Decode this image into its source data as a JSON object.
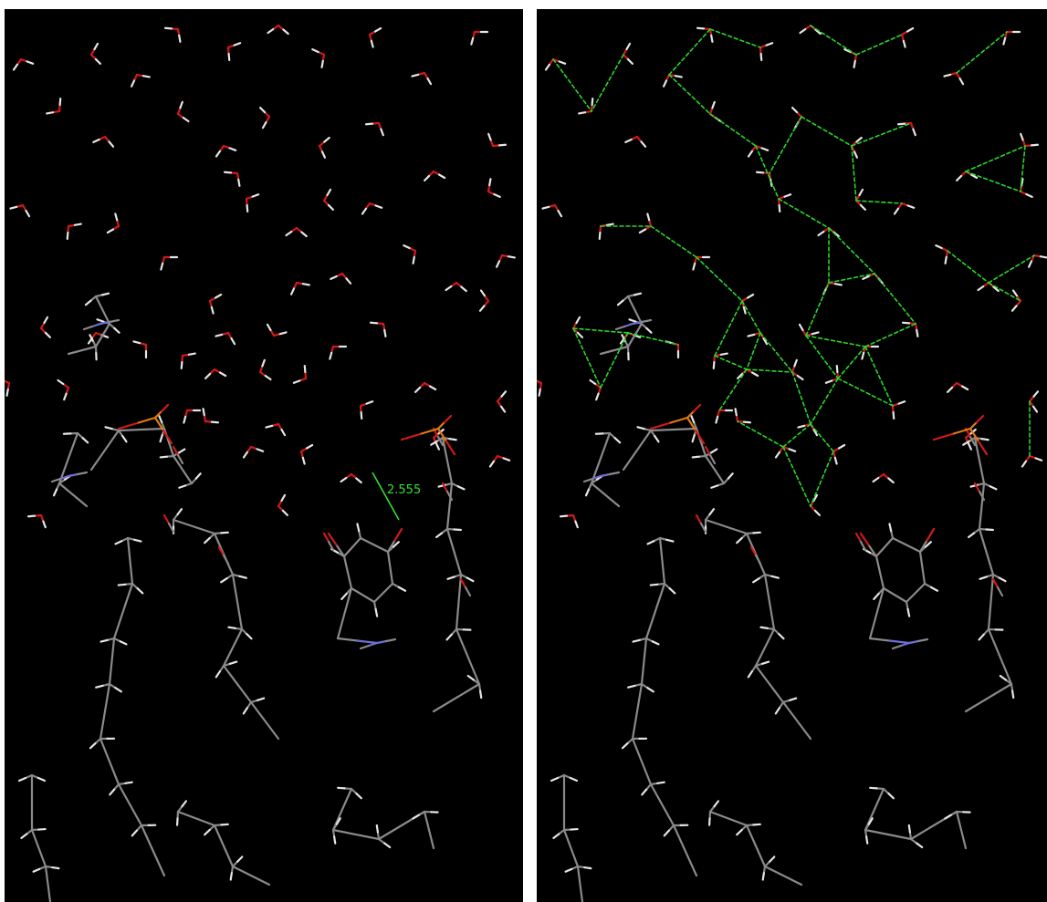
{
  "colors": {
    "background": "#000000",
    "frame": "#ffffff",
    "carbon": "#8a8a8a",
    "hydrogen": "#e6e6e6",
    "oxygen": "#d11a1a",
    "nitrogen": "#6f6fd6",
    "phosphorus": "#e07b12",
    "hbond": "#2bd62b",
    "measurement": "#33e033"
  },
  "panels": [
    {
      "id": "left",
      "hbonds_visible": false,
      "measurement_visible": true
    },
    {
      "id": "right",
      "hbonds_visible": true,
      "measurement_visible": false
    }
  ],
  "measurement": {
    "label": "2.555"
  }
}
